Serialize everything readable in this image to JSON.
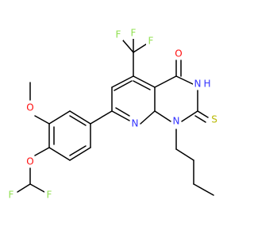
{
  "molecule": {
    "colors": {
      "carbon_bond": "#000000",
      "nitrogen": "#3333ff",
      "oxygen": "#ff0d0d",
      "fluorine": "#90e050",
      "sulfur": "#b8b800"
    },
    "atom_labels": {
      "f_top_left": "F",
      "f_top_mid": "F",
      "f_top_right": "F",
      "o_carbonyl": "O",
      "n_h": "N",
      "h_on_n": "H",
      "s_thione": "S",
      "n1": "N",
      "n_pyridine": "N",
      "o_methoxy": "O",
      "o_ether": "O",
      "f_left": "F",
      "f_right": "F"
    }
  }
}
